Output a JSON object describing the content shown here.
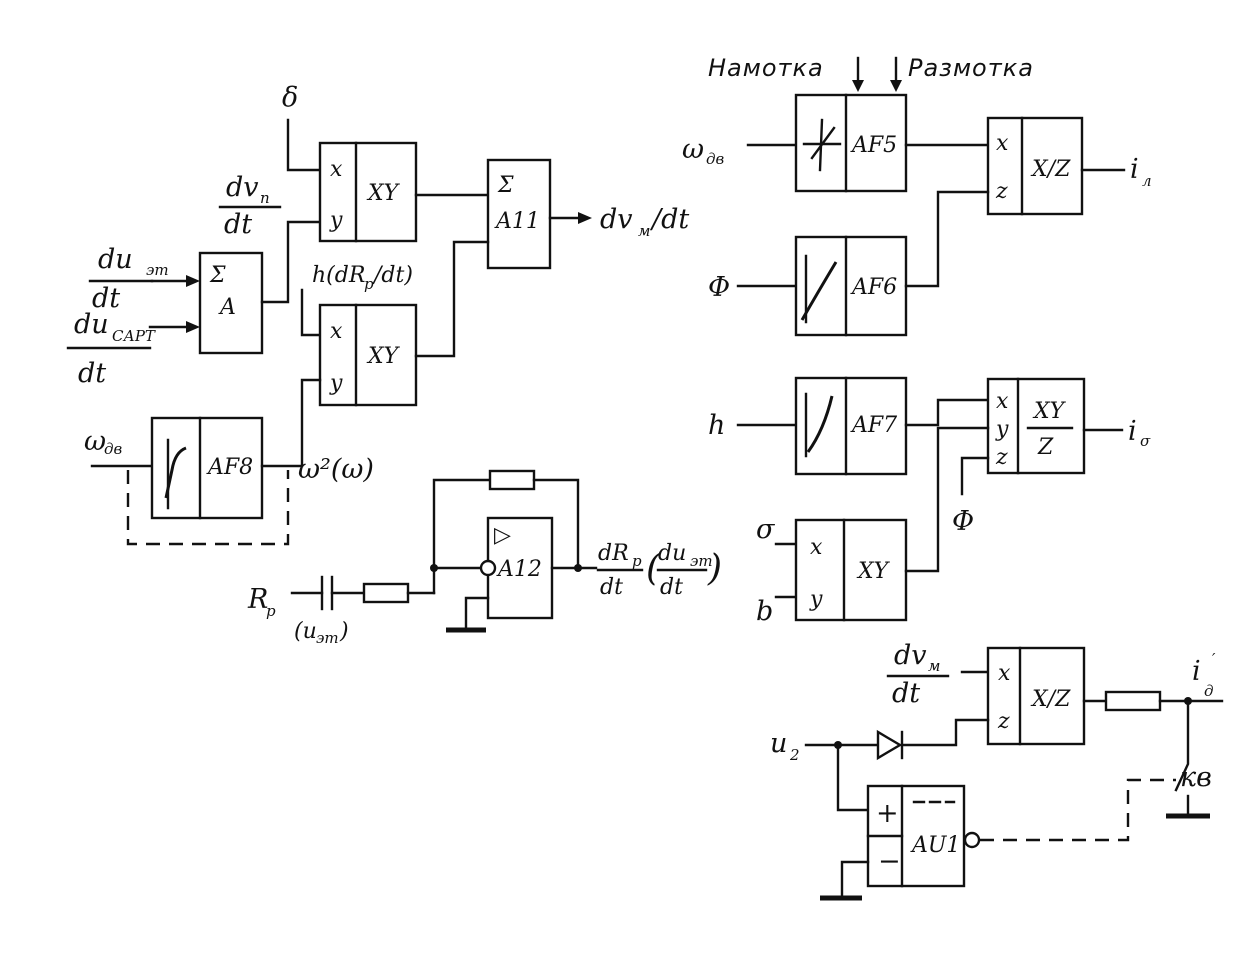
{
  "top_labels": {
    "winding": "Намотка",
    "unwinding": "Размотка"
  },
  "blocks": {
    "sum_a": {
      "sigma": "Σ",
      "name": "A"
    },
    "mult_1": {
      "in_x": "x",
      "in_y": "y",
      "func": "XY"
    },
    "mult_2": {
      "in_x": "x",
      "in_y": "y",
      "func": "XY"
    },
    "sum_a11": {
      "sigma": "Σ",
      "name": "A11"
    },
    "af8": {
      "name": "AF8"
    },
    "a12": {
      "name": "A12",
      "symbol": "▷"
    },
    "af5": {
      "name": "AF5"
    },
    "af6": {
      "name": "AF6"
    },
    "af7": {
      "name": "AF7"
    },
    "div_1": {
      "in_x": "x",
      "in_z": "z",
      "func": "X/Z"
    },
    "muldiv": {
      "in_x": "x",
      "in_y": "y",
      "in_z": "z",
      "func_num": "XY",
      "func_den": "Z"
    },
    "mult_3": {
      "in_x": "x",
      "in_y": "y",
      "func": "XY"
    },
    "div_2": {
      "in_x": "x",
      "in_z": "z",
      "func": "X/Z"
    },
    "au1": {
      "name": "AU1",
      "plus": "+",
      "minus": "−"
    }
  },
  "signals": {
    "delta": "δ",
    "dvp": {
      "num": "dv",
      "sub": "п",
      "den": "dt"
    },
    "du_et": {
      "num": "du",
      "sub": "эт",
      "den": "dt"
    },
    "du_sart": {
      "num": "du",
      "sub": "САРТ",
      "den": "dt"
    },
    "h_drp": {
      "pre": "h(dR",
      "sub": "р",
      "post": "/dt)"
    },
    "dvm_out": {
      "pre": "dv",
      "sub": "м",
      "post": "/dt"
    },
    "omega_left": {
      "sym": "ω",
      "sub": "дв"
    },
    "omega_sq": "ω²(ω)",
    "rp": {
      "sym": "R",
      "sub": "р"
    },
    "u_et": {
      "pre": "(u",
      "sub": "эт",
      "post": ")"
    },
    "drp_out": {
      "num": "dR",
      "sub": "р",
      "den": "dt",
      "alt_num": "du",
      "alt_sub": "эт",
      "alt_den": "dt"
    },
    "omega_right": {
      "sym": "ω",
      "sub": "дв"
    },
    "phi_1": "Φ",
    "il": {
      "sym": "i",
      "sub": "л"
    },
    "h": "h",
    "isigma": {
      "sym": "i",
      "sub": "σ"
    },
    "phi_2": "Φ",
    "sigma": "σ",
    "b": "b",
    "dvm_in": {
      "num": "dv",
      "sub": "м",
      "den": "dt"
    },
    "id": {
      "sym": "i",
      "sub": "д",
      "sup": "′"
    },
    "u2": {
      "sym": "u",
      "sub": "2"
    },
    "kv": "кв"
  }
}
